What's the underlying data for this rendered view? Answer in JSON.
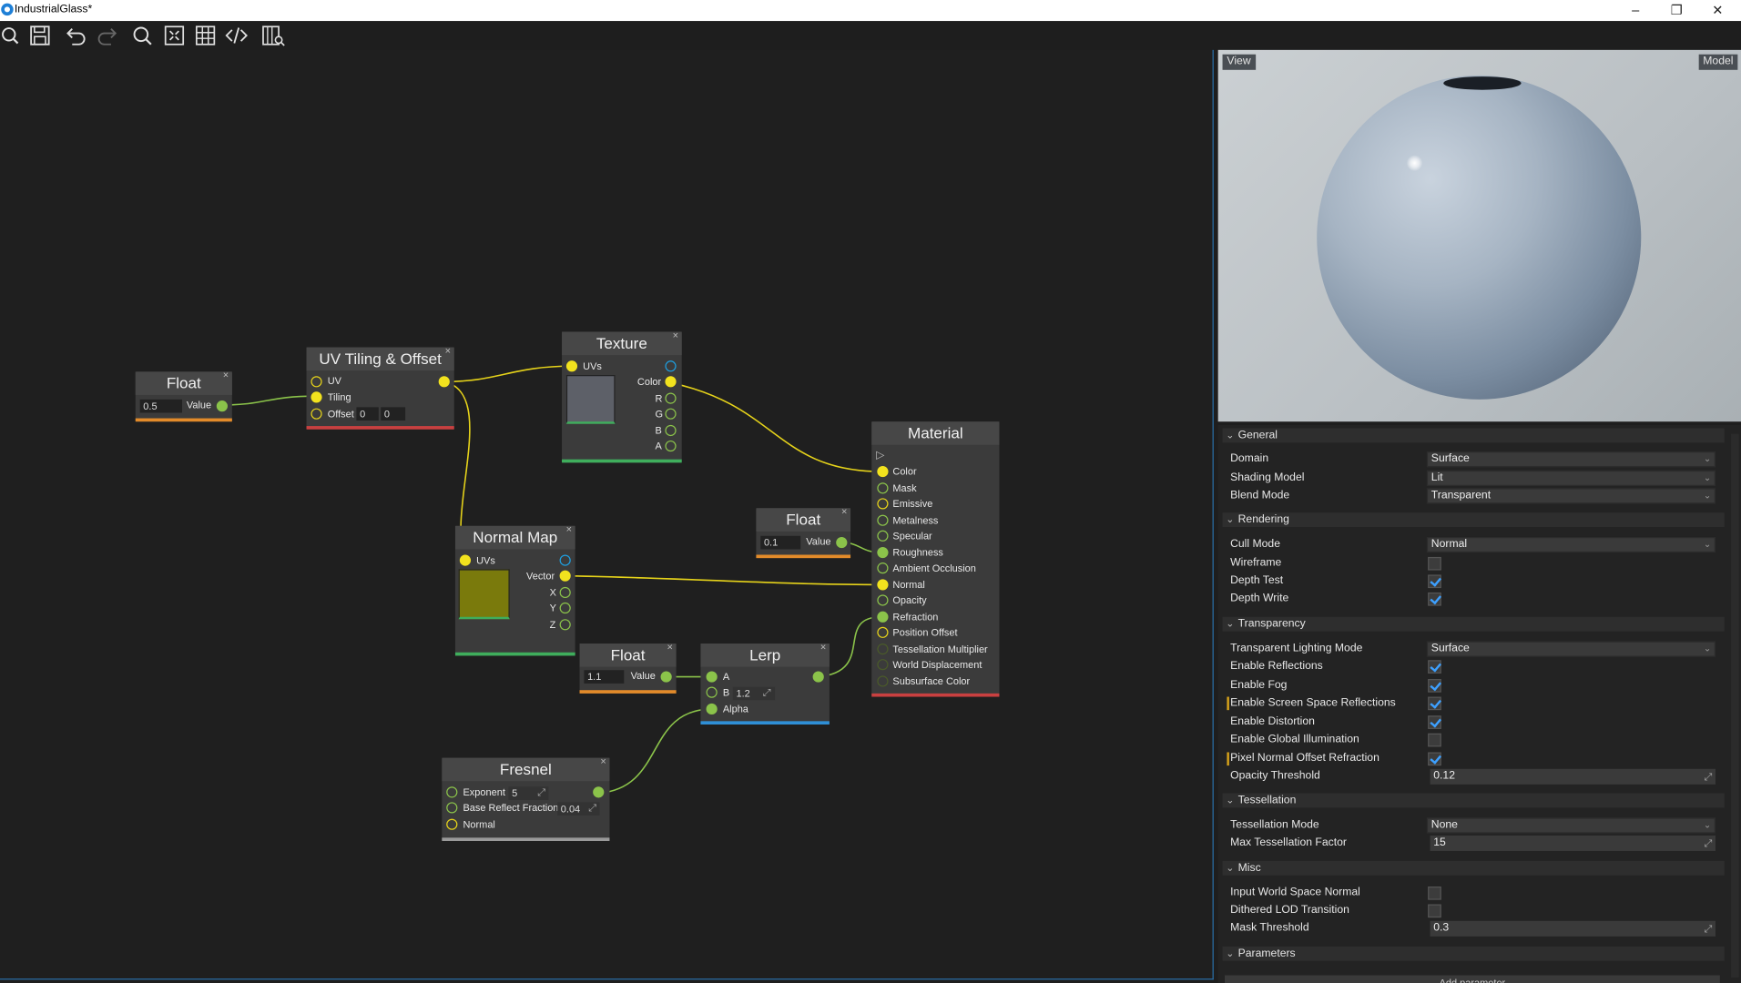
{
  "window": {
    "title": "IndustrialGlass*"
  },
  "toolbar": [
    "search-icon",
    "save-icon",
    "undo-icon",
    "redo-icon",
    "zoom-icon",
    "fit-view-icon",
    "grid-icon",
    "source-code-icon",
    "docs-icon"
  ],
  "nodes": {
    "float1": {
      "title": "Float",
      "value": "0.5",
      "out_label": "Value"
    },
    "uv": {
      "title": "UV Tiling & Offset",
      "uv": "UV",
      "tiling": "Tiling",
      "offset": "Offset",
      "offset_x": "0",
      "offset_y": "0"
    },
    "texture": {
      "title": "Texture",
      "uvs": "UVs",
      "color": "Color",
      "r": "R",
      "g": "G",
      "b": "B",
      "a": "A"
    },
    "normalmap": {
      "title": "Normal Map",
      "uvs": "UVs",
      "vector": "Vector",
      "x": "X",
      "y": "Y",
      "z": "Z"
    },
    "float2": {
      "title": "Float",
      "value": "0.1",
      "out_label": "Value"
    },
    "float3": {
      "title": "Float",
      "value": "1.1",
      "out_label": "Value"
    },
    "lerp": {
      "title": "Lerp",
      "a": "A",
      "b": "B",
      "b_value": "1.2",
      "alpha": "Alpha"
    },
    "fresnel": {
      "title": "Fresnel",
      "exponent": "Exponent",
      "exponent_value": "5",
      "brf": "Base Reflect Fraction",
      "brf_value": "0.04",
      "normal": "Normal"
    },
    "material": {
      "title": "Material",
      "inputs": [
        "Color",
        "Mask",
        "Emissive",
        "Metalness",
        "Specular",
        "Roughness",
        "Ambient Occlusion",
        "Normal",
        "Opacity",
        "Refraction",
        "Position Offset",
        "Tessellation Multiplier",
        "World Displacement",
        "Subsurface Color"
      ]
    }
  },
  "preview": {
    "view_label": "View",
    "model_label": "Model"
  },
  "properties": {
    "general": {
      "title": "General",
      "domain_label": "Domain",
      "domain": "Surface",
      "shading_label": "Shading Model",
      "shading": "Lit",
      "blend_label": "Blend Mode",
      "blend": "Transparent"
    },
    "rendering": {
      "title": "Rendering",
      "cull_label": "Cull Mode",
      "cull": "Normal",
      "wire_label": "Wireframe",
      "wire": false,
      "depth_test_label": "Depth Test",
      "depth_test": true,
      "depth_write_label": "Depth Write",
      "depth_write": true
    },
    "transparency": {
      "title": "Transparency",
      "tlm_label": "Transparent Lighting Mode",
      "tlm": "Surface",
      "refl_label": "Enable Reflections",
      "fog_label": "Enable Fog",
      "ssr_label": "Enable Screen Space Reflections",
      "dist_label": "Enable Distortion",
      "gi_label": "Enable Global Illumination",
      "pnor_label": "Pixel Normal Offset Refraction",
      "opacity_label": "Opacity Threshold",
      "opacity": "0.12"
    },
    "tessellation": {
      "title": "Tessellation",
      "mode_label": "Tessellation Mode",
      "mode": "None",
      "max_label": "Max Tessellation Factor",
      "max": "15"
    },
    "misc": {
      "title": "Misc",
      "iwsn_label": "Input World Space Normal",
      "dlod_label": "Dithered LOD Transition",
      "mask_label": "Mask Threshold",
      "mask": "0.3"
    },
    "parameters": {
      "title": "Parameters",
      "add_label": "Add parameter"
    }
  },
  "colors": {
    "accent": "#3da0ff",
    "pin_yellow": "#f2e21e",
    "pin_green": "#8bc34a",
    "frame_blue": "#2a6fa8"
  }
}
